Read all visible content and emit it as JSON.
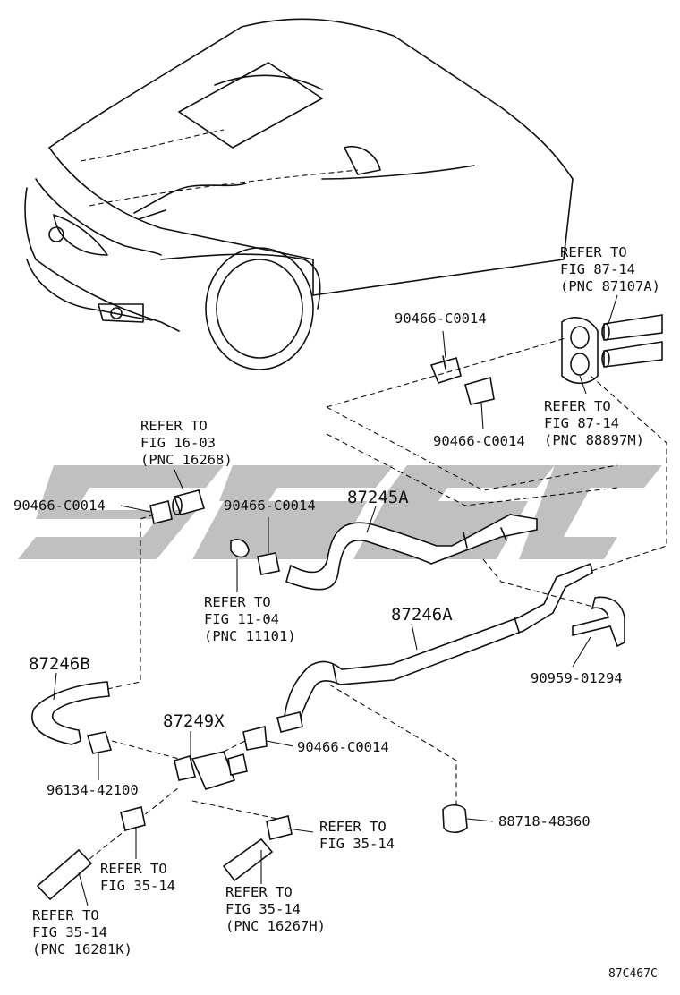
{
  "labels": {
    "ref_8707": [
      "REFER TO",
      "FIG 87-14",
      "(PNC 87107A)"
    ],
    "ref_8889": [
      "REFER TO",
      "FIG 87-14",
      "(PNC 88897M)"
    ],
    "clamp_top1": "90466-C0014",
    "clamp_top2": "90466-C0014",
    "ref_1626": [
      "REFER TO",
      "FIG 16-03",
      "(PNC 16268)"
    ],
    "clamp_left": "90466-C0014",
    "clamp_mid": "90466-C0014",
    "hose_a": "87245A",
    "ref_1110": [
      "REFER TO",
      "FIG 11-04",
      "(PNC 11101)"
    ],
    "hose_b": "87246A",
    "bracket": "90959-01294",
    "hose_c": "87246B",
    "valve": "87249X",
    "clamp_low": "90466-C0014",
    "clip_9613": "96134-42100",
    "clip_8871": "88718-48360",
    "ref_3514a": [
      "REFER TO",
      "FIG 35-14"
    ],
    "ref_3514b": [
      "REFER TO",
      "FIG 35-14"
    ],
    "ref_3514c": [
      "REFER TO",
      "FIG 35-14",
      "(PNC 16267H)"
    ],
    "ref_3514d": [
      "REFER TO",
      "FIG 35-14",
      "(PNC 16281K)"
    ],
    "code": "87C467C"
  }
}
